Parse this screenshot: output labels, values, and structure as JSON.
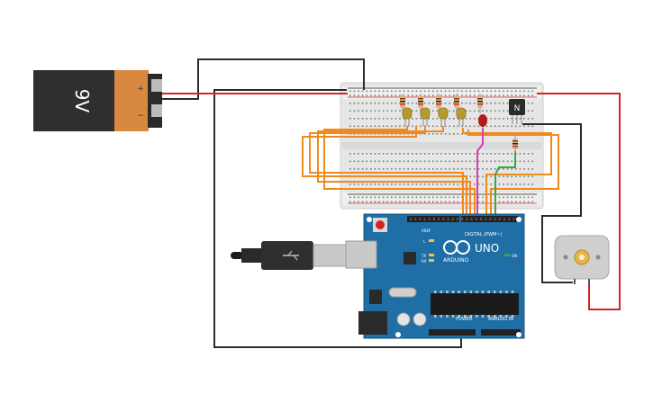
{
  "battery": {
    "label": "9V",
    "plus": "+",
    "minus": "−"
  },
  "arduino": {
    "brand": "ARDUINO",
    "model": "UNO",
    "digital_label": "DIGITAL (PWM~)",
    "power_label": "POWER",
    "analog_label": "ANALOG IN",
    "tx_label": "TX",
    "rx_label": "RX",
    "l_label": "L",
    "on_label": "ON",
    "aref_label": "AREF"
  },
  "transistor": {
    "label": "N"
  },
  "colors": {
    "wire_black": "#2b2b2b",
    "wire_red": "#d42424",
    "wire_orange": "#f08a1c",
    "wire_pink": "#d63fae",
    "wire_green": "#3aa83a",
    "board_blue": "#1f6fa6",
    "breadboard": "#e8e8e8",
    "battery_body": "#2f2f2f",
    "battery_cap": "#d9883f"
  }
}
